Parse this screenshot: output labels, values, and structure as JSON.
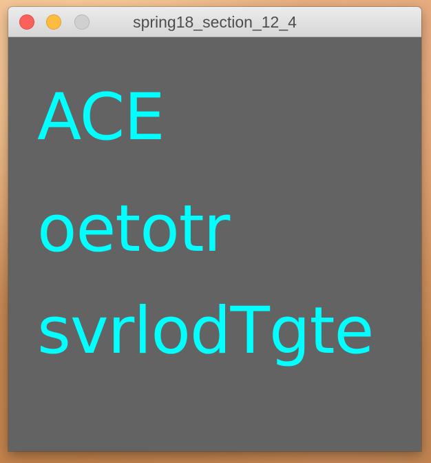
{
  "window": {
    "title": "spring18_section_12_4"
  },
  "canvas": {
    "background_color": "#636363",
    "text_color": "#00ffff",
    "lines": [
      "ACE",
      "oetotr",
      "svrlodTgte"
    ]
  },
  "titlebar_buttons": {
    "close_color": "#fc605b",
    "minimize_color": "#fdbc40",
    "zoom_color": "#d0d0d0"
  }
}
